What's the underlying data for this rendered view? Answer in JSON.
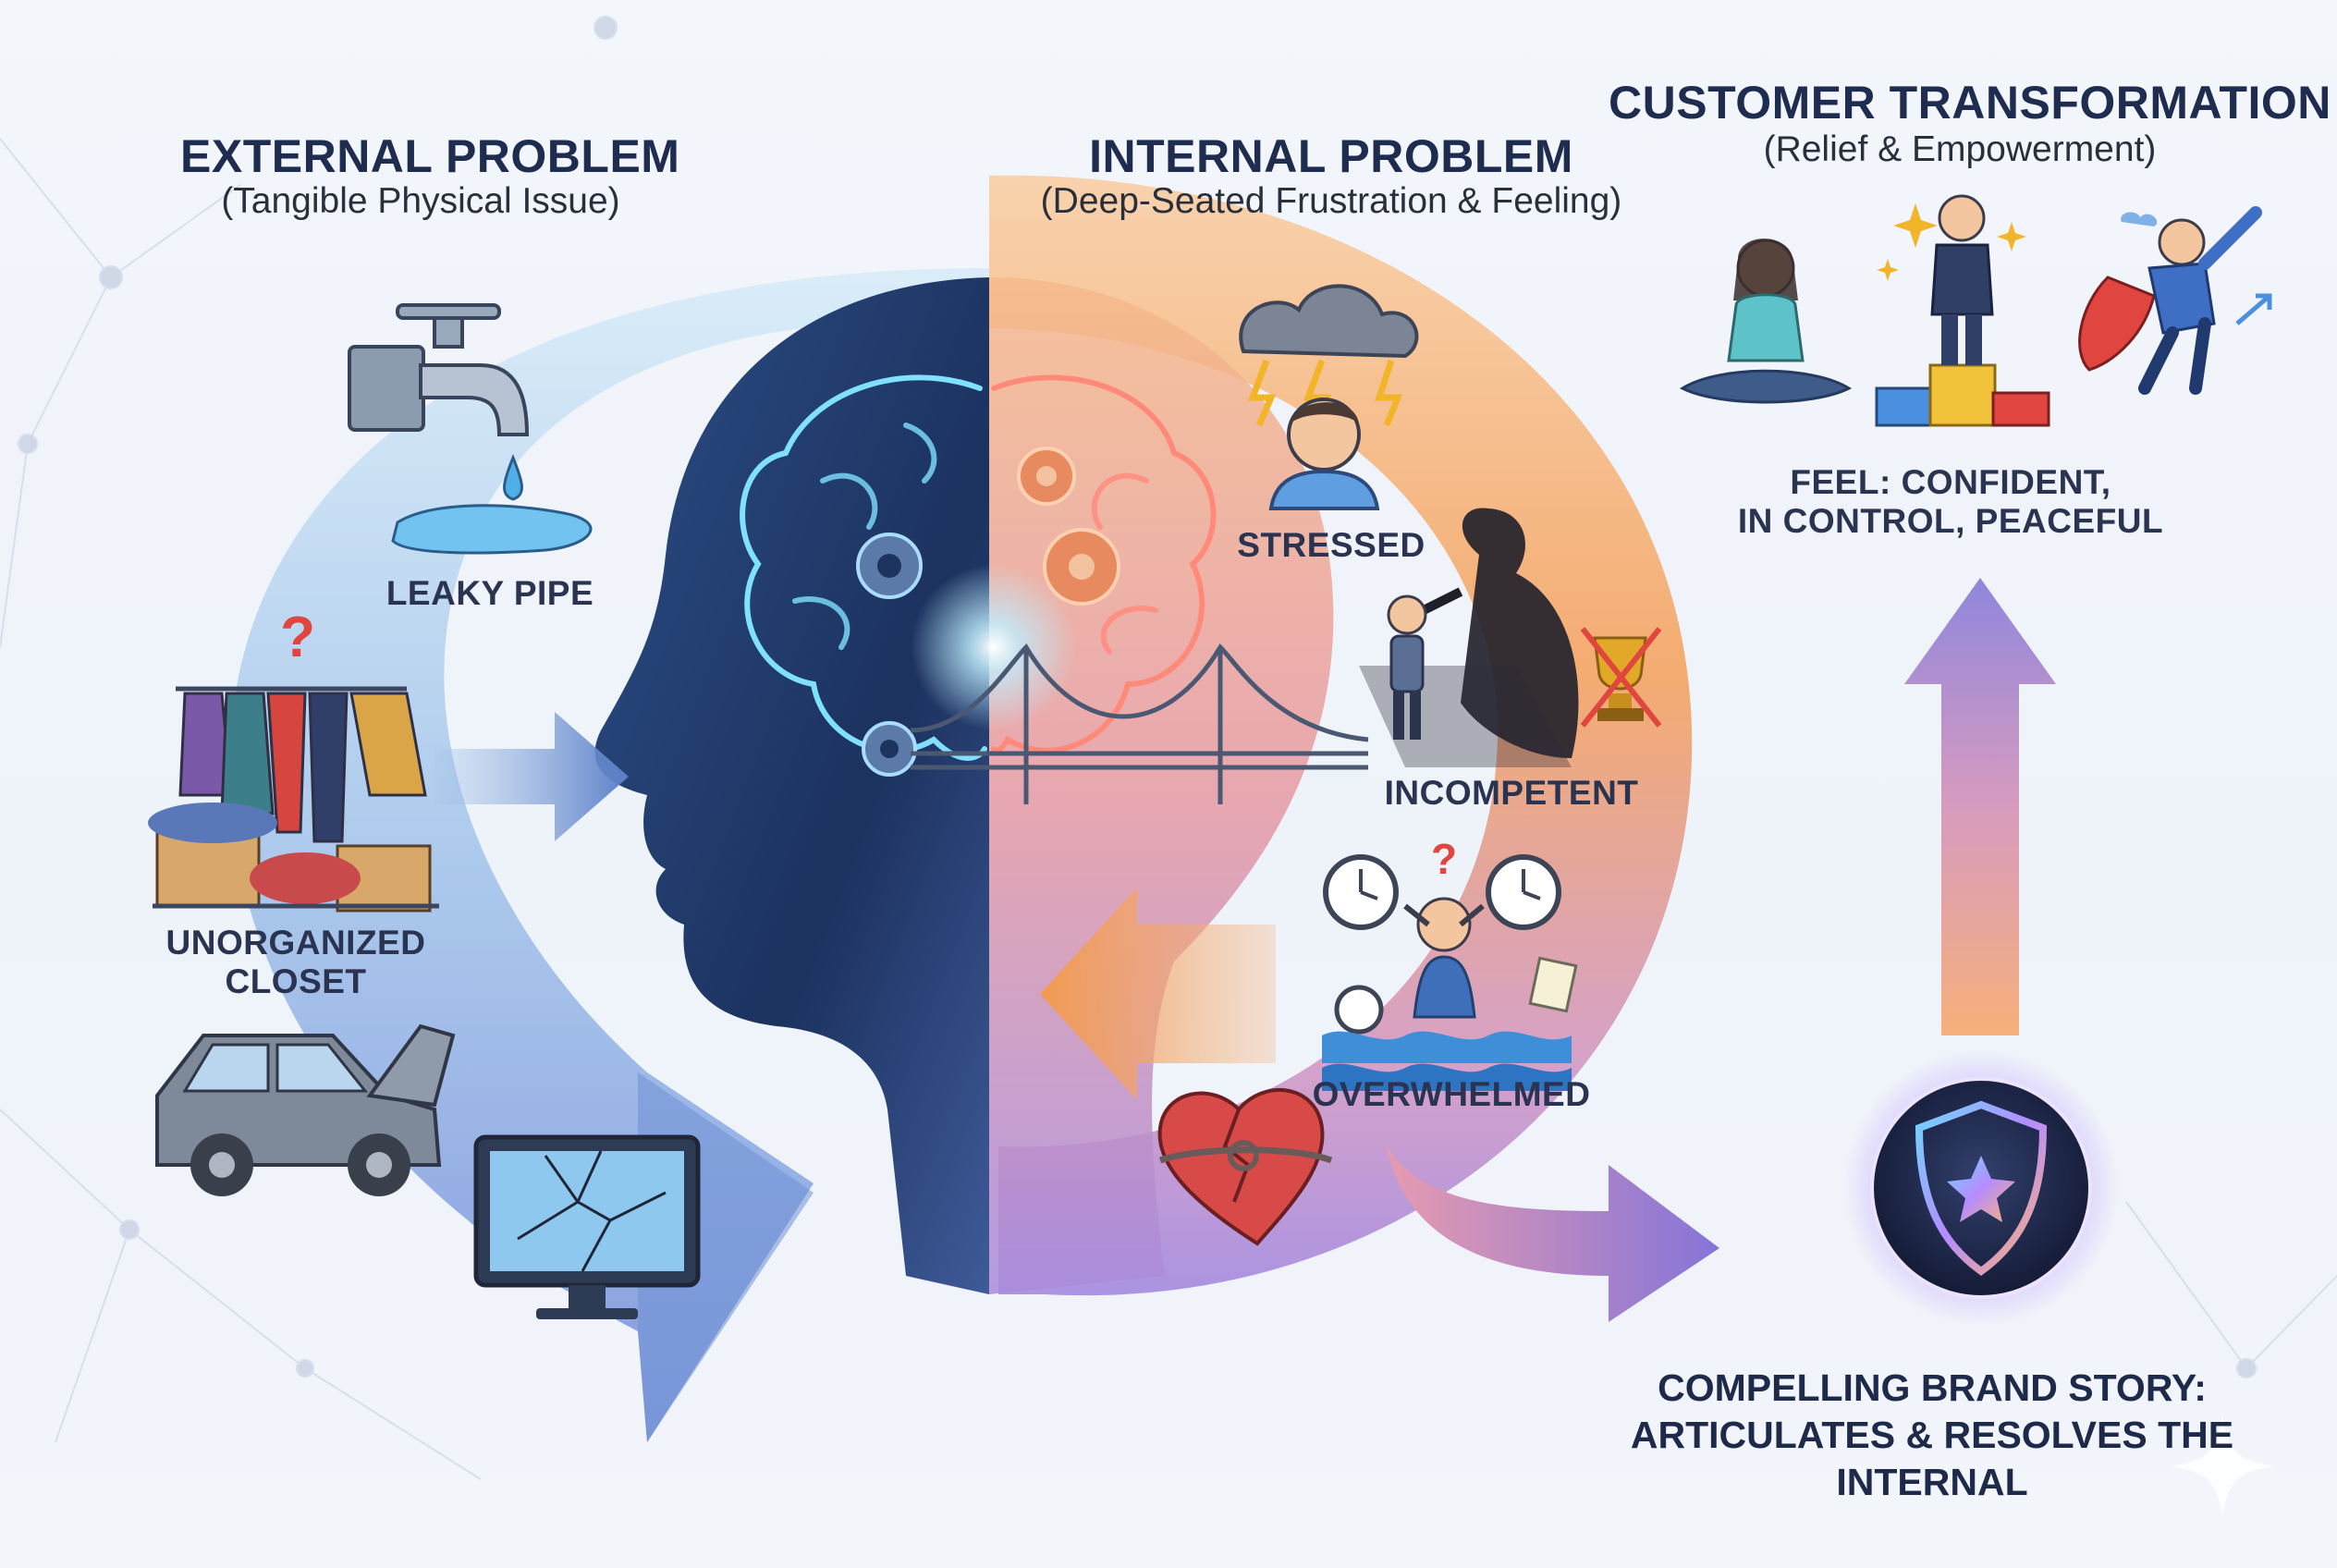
{
  "external": {
    "title": "EXTERNAL PROBLEM",
    "subtitle": "(Tangible Physical Issue)",
    "items": [
      "LEAKY PIPE",
      "UNORGANIZED",
      "CLOSET"
    ]
  },
  "internal": {
    "title": "INTERNAL PROBLEM",
    "subtitle": "(Deep-Seated Frustration & Feeling)",
    "items": [
      "STRESSED",
      "INCOMPETENT",
      "OVERWHELMED"
    ]
  },
  "transformation": {
    "title": "CUSTOMER TRANSFORMATION",
    "subtitle": "(Relief & Empowerment)",
    "feel_line1": "FEEL: CONFIDENT,",
    "feel_line2": "IN CONTROL, PEACEFUL"
  },
  "brand_story": {
    "line1": "COMPELLING BRAND STORY:",
    "line2": "ARTICULATES & RESOLVES THE",
    "line3": "INTERNAL"
  },
  "colors": {
    "external_blue": "#7fa4dc",
    "internal_orange": "#f3a35b",
    "internal_purple": "#9b86d6",
    "head_navy": "#1f3562",
    "title_navy": "#1e2c4f",
    "brain_glow": "#7fe0ff"
  },
  "icons": [
    "faucet-icon",
    "water-puddle-icon",
    "messy-closet-icon",
    "question-mark-icon",
    "broken-car-icon",
    "cracked-monitor-icon",
    "head-profile-icon",
    "brain-icon",
    "gear-icon",
    "bridge-icon",
    "storm-cloud-icon",
    "stressed-person-icon",
    "shadow-figure-icon",
    "crossed-trophy-icon",
    "clock-icon",
    "drowning-person-icon",
    "knotted-heart-icon",
    "meditating-person-icon",
    "podium-person-icon",
    "superhero-icon",
    "shield-star-icon",
    "sparkle-icon"
  ]
}
